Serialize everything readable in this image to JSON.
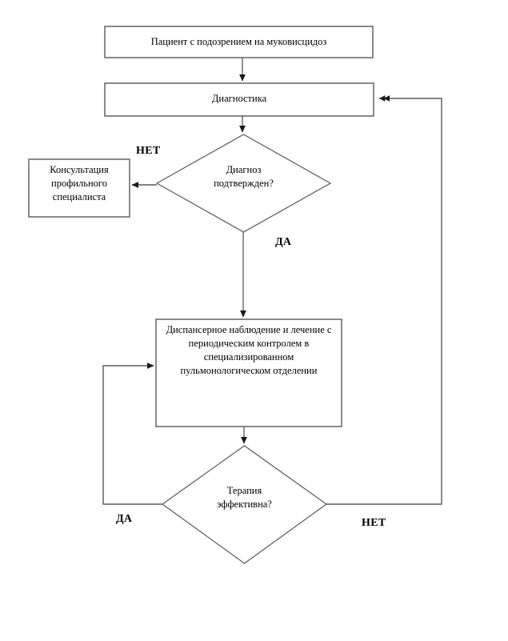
{
  "diagram": {
    "type": "flowchart",
    "orientation": "vertical",
    "language": "ru",
    "stroke_color": "#595959",
    "text_color": "#000000",
    "background_color": "#ffffff",
    "nodes": {
      "start_box": {
        "shape": "rectangle",
        "label": "Пациент с подозрением на муковисцидоз"
      },
      "diagnostics_box": {
        "shape": "rectangle",
        "label": "Диагностика"
      },
      "diagnosis_decision": {
        "shape": "diamond",
        "label": "Диагноз\nподтвержден?"
      },
      "consultation_box": {
        "shape": "rectangle",
        "label": "Консультация\nпрофильного\nспециалиста"
      },
      "followup_box": {
        "shape": "rectangle",
        "label": "Диспансерное наблюдение и лечение с\nпериодическим контролем в\nспециализированном\nпульмонологическом отделении"
      },
      "therapy_decision": {
        "shape": "diamond",
        "label": "Терапия\nэффективна?"
      }
    },
    "edge_labels": {
      "diagnosis_no": "НЕТ",
      "diagnosis_yes": "ДА",
      "therapy_yes": "ДА",
      "therapy_no": "НЕТ"
    }
  }
}
